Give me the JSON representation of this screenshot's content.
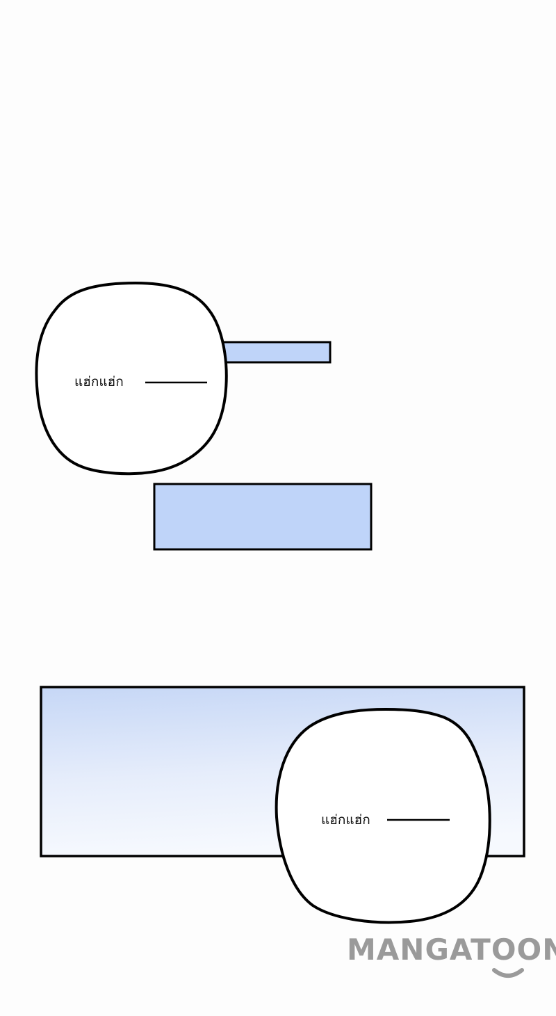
{
  "panels": {
    "bubble_1": {
      "text": "แฮ่กแฮ่ก"
    },
    "bubble_2": {
      "text": "แฮ่กแฮ่ก"
    }
  },
  "watermark": {
    "text": "MANGATOON"
  },
  "colors": {
    "panel_blue": "#bfd4f9",
    "gradient_top": "#c8d9f7",
    "gradient_bottom": "#f5f8fe",
    "outline": "#000000",
    "watermark": "#9a9a9a"
  }
}
